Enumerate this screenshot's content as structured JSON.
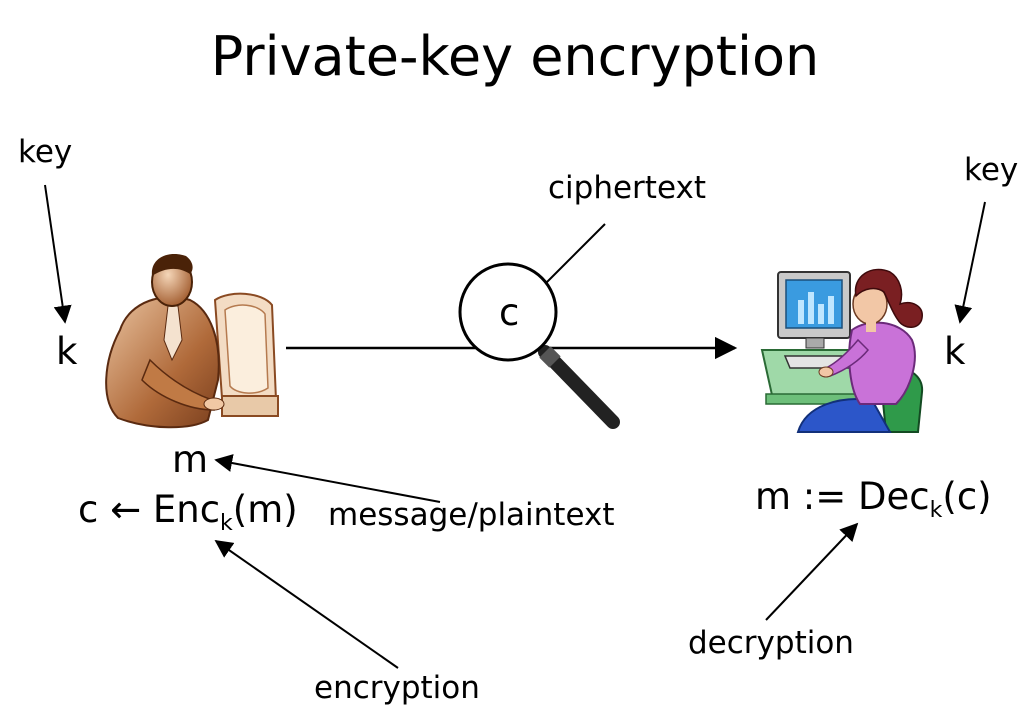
{
  "title": "Private-key encryption",
  "labels": {
    "key_left": "key",
    "key_right": "key",
    "k_left": "k",
    "k_right": "k",
    "ciphertext": "ciphertext",
    "c": "c",
    "m_left": "m",
    "enc_prefix": "c ← Enc",
    "enc_sub": "k",
    "enc_suffix": "(m)",
    "message_plaintext": "message/plaintext",
    "dec_prefix": "m := Dec",
    "dec_sub": "k",
    "dec_suffix": "(c)",
    "encryption": "encryption",
    "decryption": "decryption"
  },
  "icons": {
    "sender": "man-at-computer-icon",
    "receiver": "woman-at-computer-icon",
    "magnifier": "magnifying-glass-icon"
  }
}
